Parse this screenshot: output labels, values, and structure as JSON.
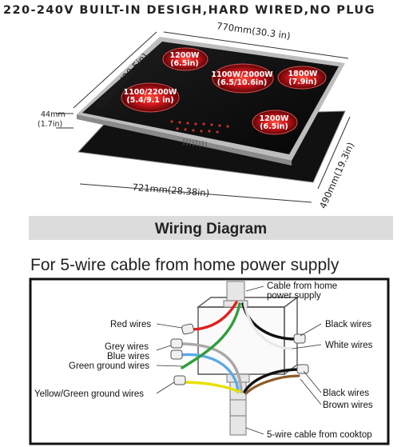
{
  "header": {
    "title": "220-240V BUILT-IN DESIGH,HARD WIRED,NO PLUG"
  },
  "dimensions": {
    "top_width": "770mm(30.3 in)",
    "depth": "520mm(20.5in)",
    "thickness_mm": "44mm",
    "thickness_in": "(1.7in)",
    "cutout_width": "721mm(28.38in)",
    "cutout_depth": "490mm(19.3in)"
  },
  "burners": [
    {
      "line1": "1200W",
      "line2": "(6.5in)"
    },
    {
      "line1": "1100W/2000W",
      "line2": "(6.5/10.6in)"
    },
    {
      "line1": "1800W",
      "line2": "(7.9in)"
    },
    {
      "line1": "1100/2200W",
      "line2": "(5.4/9.1 in)"
    },
    {
      "line1": "1200W",
      "line2": "(6.5in)"
    }
  ],
  "section_title": "Wiring Diagram",
  "subtitle": "For 5-wire cable from home power supply",
  "wiring": {
    "cable_home_line1": "Cable from home",
    "cable_home_line2": "power supply",
    "red_wires": "Red wires",
    "grey_wires": "Grey  wires",
    "blue_wires": "Blue  wires",
    "green_ground": "Green ground wires",
    "yellow_green_ground": "Yellow/Green  ground wires",
    "black_wires_top": "Black wires",
    "white_wires": "White wires",
    "black_wires_bottom": "Black wires",
    "brown_wires": "Brown wires",
    "cable_cooktop": "5-wire cable from cooktop"
  },
  "colors": {
    "glass": "#0d0d0d",
    "burner_glow": "#d11a1a",
    "frame": "#b9b9b9",
    "band": "#dcdcdc",
    "box_stroke": "#555555",
    "wire_red": "#e02020",
    "wire_grey": "#a9a9a9",
    "wire_blue": "#5aa9e6",
    "wire_green": "#2f9e3a",
    "wire_yellow": "#e6e000",
    "wire_black": "#111111",
    "wire_white": "#e8e8e8",
    "wire_brown": "#8b5a2b"
  }
}
